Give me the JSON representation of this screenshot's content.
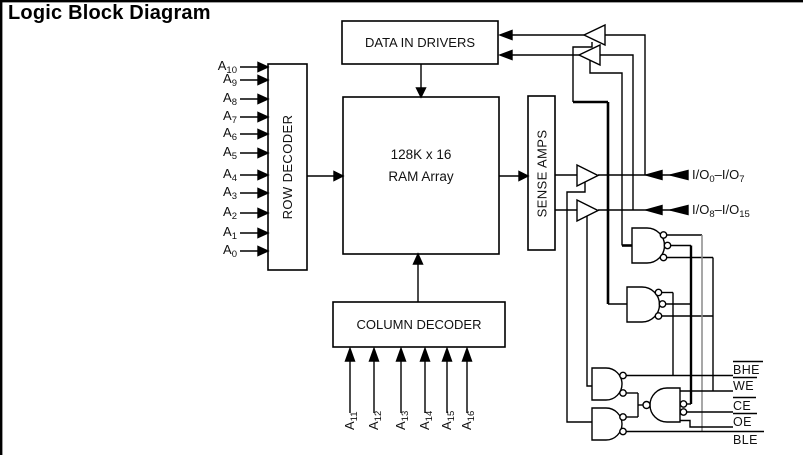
{
  "title": "Logic Block Diagram",
  "blocks": {
    "row_decoder": "ROW DECODER",
    "data_in_drivers": "DATA IN DRIVERS",
    "ram_line1": "128K x 16",
    "ram_line2": "RAM Array",
    "sense_amps": "SENSE AMPS",
    "column_decoder": "COLUMN DECODER"
  },
  "addresses": {
    "left": [
      {
        "base": "A",
        "sub": "10"
      },
      {
        "base": "A",
        "sub": "9"
      },
      {
        "base": "A",
        "sub": "8"
      },
      {
        "base": "A",
        "sub": "7"
      },
      {
        "base": "A",
        "sub": "6"
      },
      {
        "base": "A",
        "sub": "5"
      },
      {
        "base": "A",
        "sub": "4"
      },
      {
        "base": "A",
        "sub": "3"
      },
      {
        "base": "A",
        "sub": "2"
      },
      {
        "base": "A",
        "sub": "1"
      },
      {
        "base": "A",
        "sub": "0"
      }
    ],
    "bottom": [
      {
        "base": "A",
        "sub": "11"
      },
      {
        "base": "A",
        "sub": "12"
      },
      {
        "base": "A",
        "sub": "13"
      },
      {
        "base": "A",
        "sub": "14"
      },
      {
        "base": "A",
        "sub": "15"
      },
      {
        "base": "A",
        "sub": "16"
      }
    ]
  },
  "io_labels": {
    "upper": {
      "p1": "I/O",
      "s1": "0",
      "p2": "–I/O",
      "s2": "7"
    },
    "lower": {
      "p1": "I/O",
      "s1": "8",
      "p2": "–I/O",
      "s2": "15"
    }
  },
  "control_signals": [
    "BHE",
    "WE",
    "CE",
    "OE",
    "BLE"
  ],
  "colors": {
    "line": "#000000",
    "gray_line": "#8a8a8a",
    "background": "#ffffff"
  }
}
